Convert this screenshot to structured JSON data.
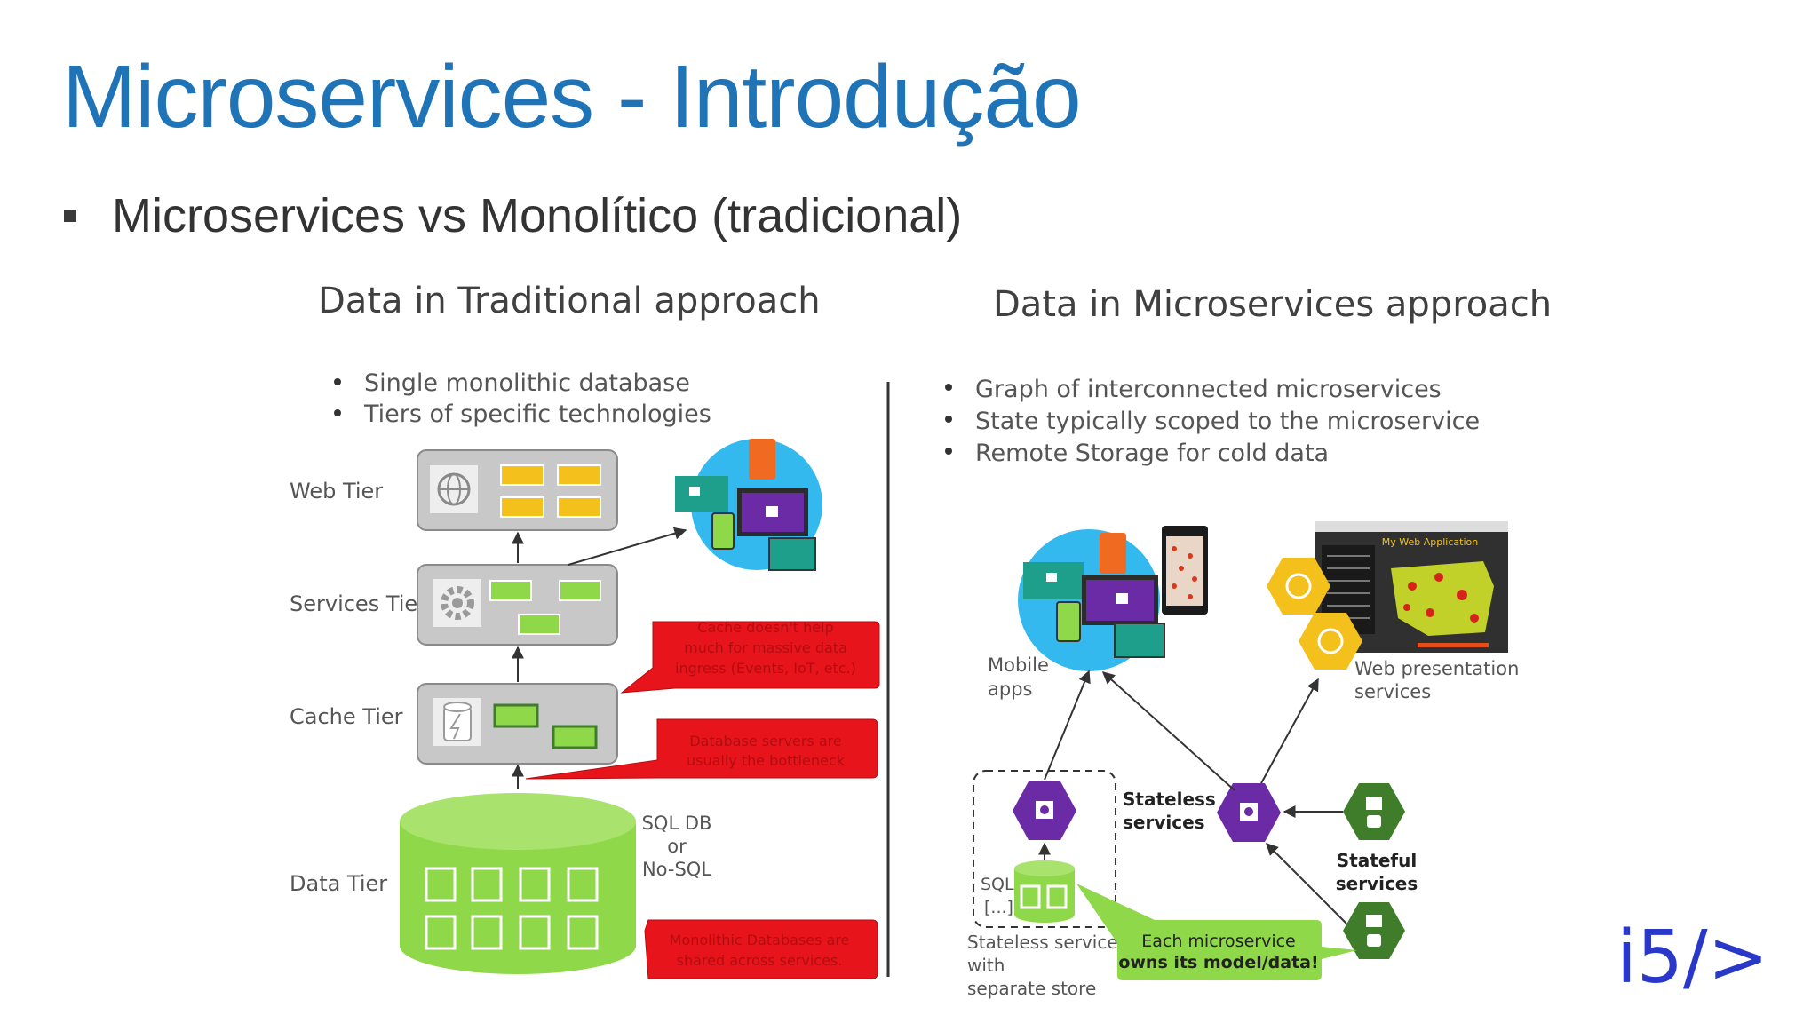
{
  "slide": {
    "title": "Microservices - Introdução",
    "bullet": "Microservices vs Monolítico (tradicional)",
    "logo_text": "i5/>"
  },
  "traditional": {
    "heading": "Data in Traditional approach",
    "bullets": [
      "Single monolithic database",
      "Tiers of specific technologies"
    ],
    "tiers": [
      "Web Tier",
      "Services Tier",
      "Cache Tier",
      "Data Tier"
    ],
    "db_label": [
      "SQL DB",
      "or",
      "No-SQL"
    ],
    "callouts": [
      [
        "Cache doesn't help",
        "much for massive data",
        "ingress (Events, IoT, etc.)"
      ],
      [
        "Database servers are",
        "usually the bottleneck"
      ],
      [
        "Monolithic Databases are",
        "shared across services."
      ]
    ]
  },
  "microservices": {
    "heading": "Data in Microservices approach",
    "bullets": [
      "Graph of interconnected microservices",
      "State typically scoped to the microservice",
      "Remote Storage for cold data"
    ],
    "mobile_label": [
      "Mobile",
      "apps"
    ],
    "web_label": [
      "Web presentation",
      "services"
    ],
    "web_app_title": "My Web Application",
    "stateless_label": [
      "Stateless",
      "services"
    ],
    "stateful_label": [
      "Stateful",
      "services"
    ],
    "sql_label": [
      "SQL",
      "[...]"
    ],
    "separate_store_label": [
      "Stateless services",
      "with",
      "separate store"
    ],
    "owns_callout": [
      "Each microservice",
      "owns its model/data!"
    ]
  },
  "colors": {
    "title_blue": "#1f73b7",
    "callout_red": "#e8141b",
    "db_green": "#8ed84a",
    "tier_gray": "#c8c8c8",
    "yellow": "#f4c01b",
    "purple": "#6b2aa6",
    "dark_green": "#3f7d2a",
    "sky_blue": "#34b9ef",
    "logo_blue": "#2a38c9"
  },
  "icons": [
    "globe-icon",
    "gear-icon",
    "cache-icon",
    "database-icon",
    "device-cluster-icon",
    "hexagon-service-icon"
  ]
}
